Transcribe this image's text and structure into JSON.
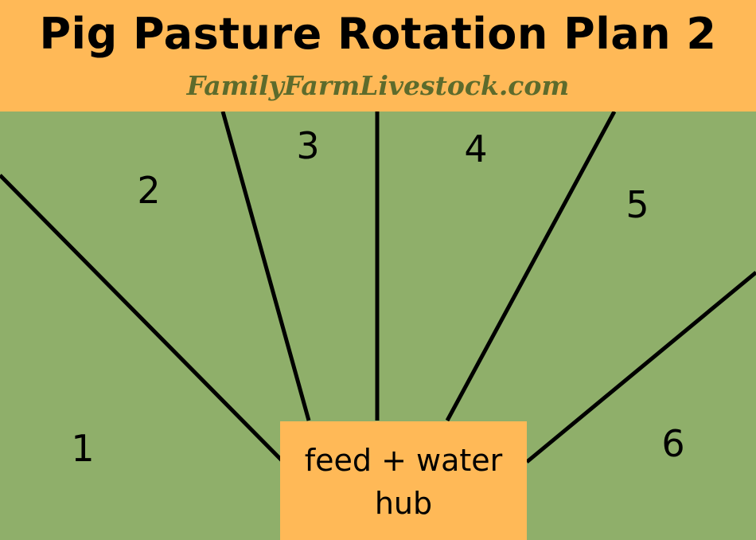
{
  "header": {
    "title": "Pig Pasture Rotation Plan 2",
    "subtitle": "FamilyFarmLivestock.com"
  },
  "paddocks": [
    "1",
    "2",
    "3",
    "4",
    "5",
    "6"
  ],
  "hub": {
    "line1": "feed + water",
    "line2": "hub"
  },
  "colors": {
    "header": "#ffb957",
    "pasture": "#8faf6a",
    "hub": "#ffb957",
    "fence": "#000000",
    "subtitle": "#5d6b2c"
  }
}
